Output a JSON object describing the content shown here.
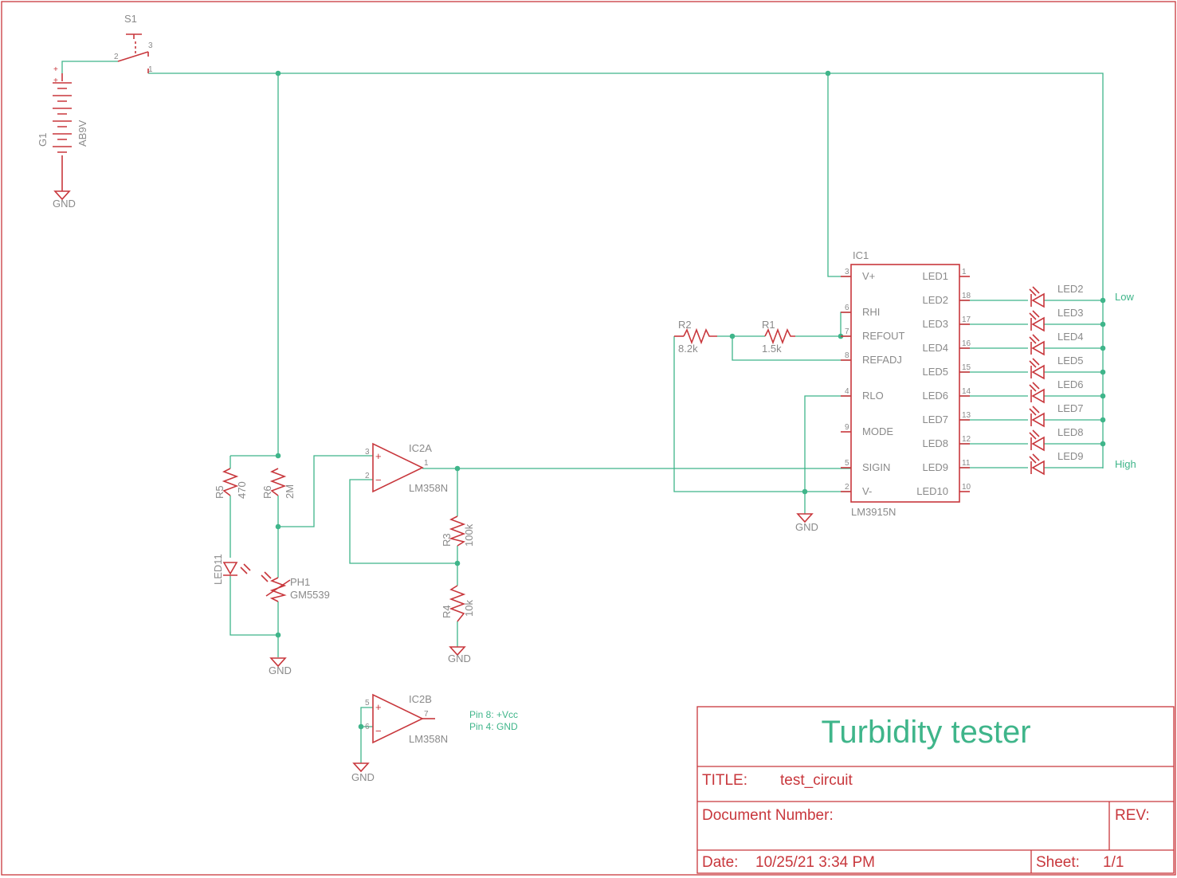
{
  "title_block": {
    "project": "Turbidity tester",
    "title_label": "TITLE:",
    "title_value": "test_circuit",
    "docnum_label": "Document Number:",
    "rev_label": "REV:",
    "date_label": "Date:",
    "date_value": "10/25/21 3:34 PM",
    "sheet_label": "Sheet:",
    "sheet_value": "1/1"
  },
  "switch": {
    "name": "S1",
    "pin1": "1",
    "pin2": "2",
    "pin3": "3"
  },
  "battery": {
    "name": "G1",
    "value": "AB9V",
    "plus": "+",
    "gnd": "GND"
  },
  "ic1": {
    "name": "IC1",
    "part": "LM3915N",
    "left_pins": [
      {
        "num": "3",
        "label": "V+"
      },
      {
        "num": "6",
        "label": "RHI"
      },
      {
        "num": "7",
        "label": "REFOUT"
      },
      {
        "num": "8",
        "label": "REFADJ"
      },
      {
        "num": "4",
        "label": "RLO"
      },
      {
        "num": "9",
        "label": "MODE"
      },
      {
        "num": "5",
        "label": "SIGIN"
      },
      {
        "num": "2",
        "label": "V-"
      }
    ],
    "right_pins": [
      {
        "num": "1",
        "label": "LED1"
      },
      {
        "num": "18",
        "label": "LED2"
      },
      {
        "num": "17",
        "label": "LED3"
      },
      {
        "num": "16",
        "label": "LED4"
      },
      {
        "num": "15",
        "label": "LED5"
      },
      {
        "num": "14",
        "label": "LED6"
      },
      {
        "num": "13",
        "label": "LED7"
      },
      {
        "num": "12",
        "label": "LED8"
      },
      {
        "num": "11",
        "label": "LED9"
      },
      {
        "num": "10",
        "label": "LED10"
      }
    ],
    "gnd": "GND"
  },
  "leds": [
    "LED2",
    "LED3",
    "LED4",
    "LED5",
    "LED6",
    "LED7",
    "LED8",
    "LED9"
  ],
  "scale_low": "Low",
  "scale_high": "High",
  "r2": {
    "name": "R2",
    "value": "8.2k"
  },
  "r1": {
    "name": "R1",
    "value": "1.5k"
  },
  "r5": {
    "name": "R5",
    "value": "470"
  },
  "r6": {
    "name": "R6",
    "value": "2M"
  },
  "r3": {
    "name": "R3",
    "value": "100k"
  },
  "r4": {
    "name": "R4",
    "value": "10k"
  },
  "led11": {
    "name": "LED11"
  },
  "ph1": {
    "name": "PH1",
    "value": "GM5539"
  },
  "ic2a": {
    "name": "IC2A",
    "part": "LM358N",
    "pin_plus": "3",
    "pin_minus": "2",
    "pin_out": "1",
    "plus": "+",
    "minus": "−"
  },
  "ic2b": {
    "name": "IC2B",
    "part": "LM358N",
    "pin_plus": "5",
    "pin_minus": "6",
    "pin_out": "7",
    "plus": "+",
    "minus": "−"
  },
  "gnd_label": "GND",
  "power_note": {
    "line1": "Pin 8: +Vcc",
    "line2": "Pin 4: GND"
  }
}
